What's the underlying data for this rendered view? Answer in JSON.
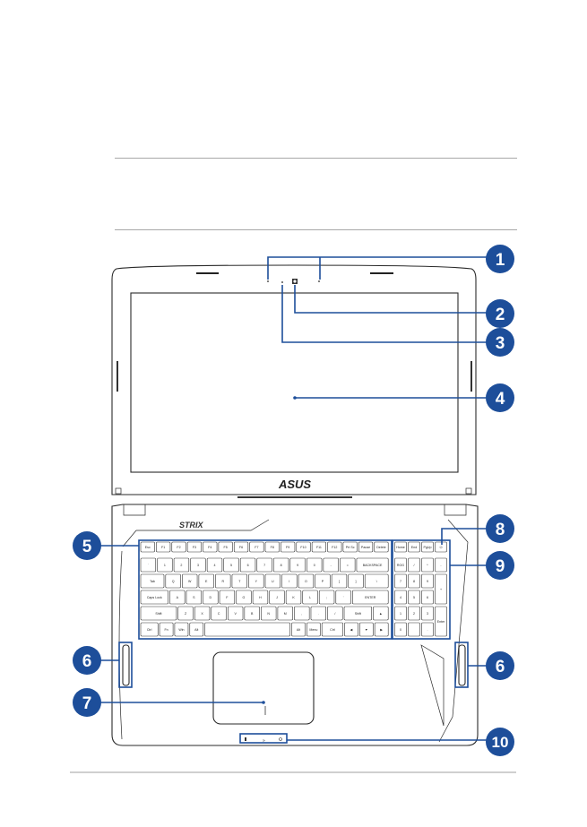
{
  "colors": {
    "callout": "#1d4e9a",
    "outline": "#2a2a2a",
    "rule": "#a8a8a8"
  },
  "logos": {
    "lid": "ASUS",
    "palmrest": "STRIX"
  },
  "callouts": [
    "1",
    "2",
    "3",
    "4",
    "5",
    "6",
    "7",
    "8",
    "9",
    "10"
  ],
  "keyboard": {
    "rows": [
      [
        [
          "Esc",
          1
        ],
        [
          "F1",
          1
        ],
        [
          "F2",
          1
        ],
        [
          "F3",
          1
        ],
        [
          "F4",
          1
        ],
        [
          "F5",
          1
        ],
        [
          "F6",
          1
        ],
        [
          "F7",
          1
        ],
        [
          "F8",
          1
        ],
        [
          "F9",
          1
        ],
        [
          "F10",
          1
        ],
        [
          "F11",
          1
        ],
        [
          "F12",
          1
        ],
        [
          "Prt Sc",
          1
        ],
        [
          "Pause",
          1
        ],
        [
          "Delete",
          1
        ]
      ],
      [
        [
          "`",
          1
        ],
        [
          "1",
          1
        ],
        [
          "2",
          1
        ],
        [
          "3",
          1
        ],
        [
          "4",
          1
        ],
        [
          "5",
          1
        ],
        [
          "6",
          1
        ],
        [
          "7",
          1
        ],
        [
          "8",
          1
        ],
        [
          "9",
          1
        ],
        [
          "0",
          1
        ],
        [
          "-",
          1
        ],
        [
          "=",
          1
        ],
        [
          "BACKSPACE",
          2
        ]
      ],
      [
        [
          "Tab",
          1.5
        ],
        [
          "Q",
          1
        ],
        [
          "W",
          1
        ],
        [
          "E",
          1
        ],
        [
          "R",
          1
        ],
        [
          "T",
          1
        ],
        [
          "Y",
          1
        ],
        [
          "U",
          1
        ],
        [
          "I",
          1
        ],
        [
          "O",
          1
        ],
        [
          "P",
          1
        ],
        [
          "[",
          1
        ],
        [
          "]",
          1
        ],
        [
          "\\",
          1.5
        ]
      ],
      [
        [
          "Caps Lock",
          1.75
        ],
        [
          "A",
          1
        ],
        [
          "S",
          1
        ],
        [
          "D",
          1
        ],
        [
          "F",
          1
        ],
        [
          "G",
          1
        ],
        [
          "H",
          1
        ],
        [
          "J",
          1
        ],
        [
          "K",
          1
        ],
        [
          "L",
          1
        ],
        [
          ";",
          1
        ],
        [
          "'",
          1
        ],
        [
          "ENTER",
          2.25
        ]
      ],
      [
        [
          "Shift",
          2.25
        ],
        [
          "Z",
          1
        ],
        [
          "X",
          1
        ],
        [
          "C",
          1
        ],
        [
          "V",
          1
        ],
        [
          "B",
          1
        ],
        [
          "N",
          1
        ],
        [
          "M",
          1
        ],
        [
          ",",
          1
        ],
        [
          ".",
          1
        ],
        [
          "/",
          1
        ],
        [
          "Shift",
          1.75
        ],
        [
          "▲",
          1
        ]
      ],
      [
        [
          "Ctrl",
          1.25
        ],
        [
          "Fn",
          1
        ],
        [
          "Win",
          1
        ],
        [
          "Alt",
          1
        ],
        [
          "",
          5.75
        ],
        [
          "Alt",
          1
        ],
        [
          "Menu",
          1
        ],
        [
          "Ctrl",
          1.5
        ],
        [
          "◀",
          1
        ],
        [
          "▼",
          1
        ],
        [
          "▶",
          1
        ]
      ]
    ],
    "numpad": [
      [
        "Home",
        "End",
        "PgUp",
        "⏻"
      ],
      [
        "ROG",
        "/",
        "*",
        "-"
      ],
      [
        "7",
        "8",
        "9",
        "+"
      ],
      [
        "4",
        "5",
        "6",
        ""
      ],
      [
        "1",
        "2",
        "3",
        "Enter"
      ],
      [
        "0",
        "",
        ".",
        ""
      ]
    ]
  }
}
